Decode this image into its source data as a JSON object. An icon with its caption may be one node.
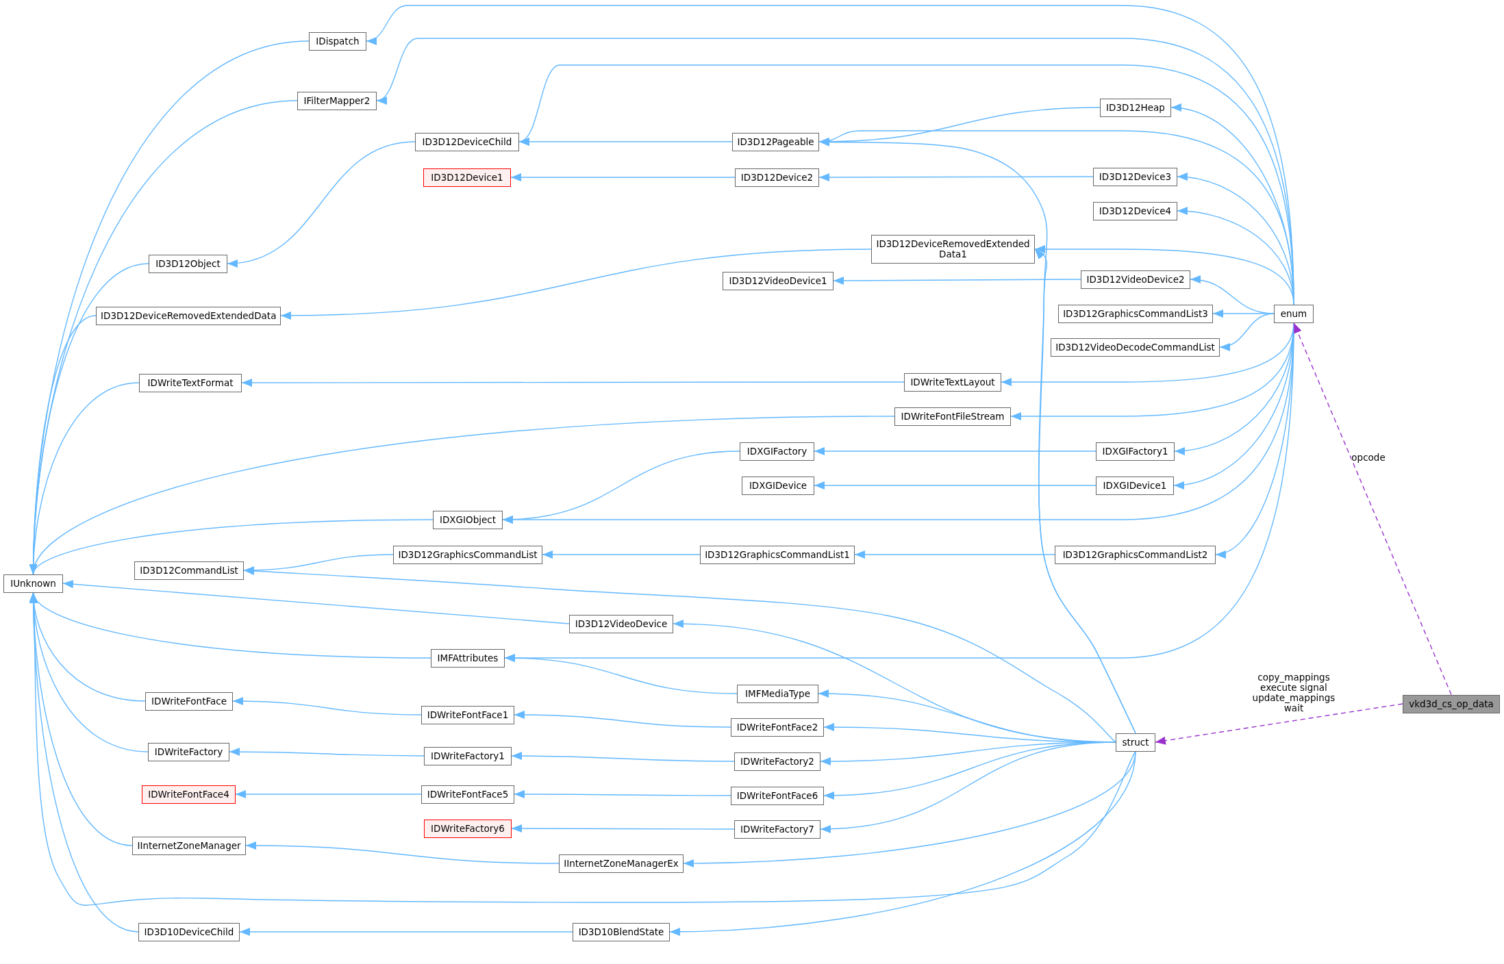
{
  "diagram": {
    "nodes": [
      {
        "text": [
          "IDispatch"
        ]
      },
      {
        "text": [
          "IFilterMapper2"
        ]
      },
      {
        "text": [
          "ID3D12DeviceChild"
        ]
      },
      {
        "text": [
          "ID3D12Pageable"
        ]
      },
      {
        "text": [
          "ID3D12Heap"
        ]
      },
      {
        "text": [
          "ID3D12Device1"
        ]
      },
      {
        "text": [
          "ID3D12Device2"
        ]
      },
      {
        "text": [
          "ID3D12Device3"
        ]
      },
      {
        "text": [
          "ID3D12Device4"
        ]
      },
      {
        "text": [
          "ID3D12Object"
        ]
      },
      {
        "text": [
          "ID3D12DeviceRemovedExtended Data1"
        ]
      },
      {
        "text": [
          "ID3D12DeviceRemovedExtendedData"
        ]
      },
      {
        "text": [
          "ID3D12VideoDevice1"
        ]
      },
      {
        "text": [
          "ID3D12VideoDevice2"
        ]
      },
      {
        "text": [
          "ID3D12GraphicsCommandList3"
        ]
      },
      {
        "text": [
          "ID3D12VideoDecodeCommandList"
        ]
      },
      {
        "text": [
          "enum"
        ]
      },
      {
        "text": [
          "IDWriteTextFormat"
        ]
      },
      {
        "text": [
          "IDWriteTextLayout"
        ]
      },
      {
        "text": [
          "IDWriteFontFileStream"
        ]
      },
      {
        "text": [
          "IDXGIFactory"
        ]
      },
      {
        "text": [
          "IDXGIFactory1"
        ]
      },
      {
        "text": [
          "IDXGIDevice"
        ]
      },
      {
        "text": [
          "IDXGIDevice1"
        ]
      },
      {
        "text": [
          "IDXGIObject"
        ]
      },
      {
        "text": [
          "ID3D12CommandList"
        ]
      },
      {
        "text": [
          "ID3D12GraphicsCommandList"
        ]
      },
      {
        "text": [
          "ID3D12GraphicsCommandList1"
        ]
      },
      {
        "text": [
          "ID3D12GraphicsCommandList2"
        ]
      },
      {
        "text": [
          "IUnknown"
        ]
      },
      {
        "text": [
          "ID3D12VideoDevice"
        ]
      },
      {
        "text": [
          "IMFAttributes"
        ]
      },
      {
        "text": [
          "IMFMediaType"
        ]
      },
      {
        "text": [
          "IDWriteFontFace"
        ]
      },
      {
        "text": [
          "IDWriteFontFace1"
        ]
      },
      {
        "text": [
          "IDWriteFontFace2"
        ]
      },
      {
        "text": [
          "vkd3d_cs_op_data"
        ]
      },
      {
        "text": [
          "struct"
        ]
      },
      {
        "text": [
          "IDWriteFactory"
        ]
      },
      {
        "text": [
          "IDWriteFactory1"
        ]
      },
      {
        "text": [
          "IDWriteFactory2"
        ]
      },
      {
        "text": [
          "IDWriteFontFace4"
        ]
      },
      {
        "text": [
          "IDWriteFontFace5"
        ]
      },
      {
        "text": [
          "IDWriteFontFace6"
        ]
      },
      {
        "text": [
          "IDWriteFactory6"
        ]
      },
      {
        "text": [
          "IDWriteFactory7"
        ]
      },
      {
        "text": [
          "IInternetZoneManager"
        ]
      },
      {
        "text": [
          "IInternetZoneManagerEx"
        ]
      },
      {
        "text": [
          "ID3D10DeviceChild"
        ]
      },
      {
        "text": [
          "ID3D10BlendState"
        ]
      }
    ],
    "edges": [
      {
        "from": 0,
        "to": 29,
        "arrow": "to"
      },
      {
        "from": 16,
        "to": 0,
        "arrow": "to"
      },
      {
        "from": 1,
        "to": 29,
        "arrow": "to"
      },
      {
        "from": 16,
        "to": 1,
        "arrow": "to"
      },
      {
        "from": 2,
        "to": 9,
        "arrow": "to"
      },
      {
        "from": 16,
        "to": 2,
        "arrow": "to"
      },
      {
        "from": 3,
        "to": 2,
        "arrow": "to"
      },
      {
        "from": 9,
        "to": 29,
        "arrow": "to"
      },
      {
        "from": 4,
        "to": 3,
        "arrow": "to"
      },
      {
        "from": 16,
        "to": 4,
        "arrow": "to"
      },
      {
        "from": 16,
        "to": 3,
        "arrow": "to"
      },
      {
        "from": 37,
        "to": 3,
        "arrow": "to"
      },
      {
        "from": 6,
        "to": 5,
        "arrow": "to"
      },
      {
        "from": 7,
        "to": 6,
        "arrow": "to"
      },
      {
        "from": 16,
        "to": 7,
        "arrow": "to"
      },
      {
        "from": 16,
        "to": 8,
        "arrow": "to"
      },
      {
        "from": 10,
        "to": 11,
        "arrow": "to"
      },
      {
        "from": 16,
        "to": 10,
        "arrow": "to"
      },
      {
        "from": 37,
        "to": 10,
        "arrow": "to"
      },
      {
        "from": 11,
        "to": 29,
        "arrow": "to"
      },
      {
        "from": 13,
        "to": 12,
        "arrow": "to"
      },
      {
        "from": 16,
        "to": 13,
        "arrow": "to"
      },
      {
        "from": 16,
        "to": 14,
        "arrow": "to"
      },
      {
        "from": 16,
        "to": 15,
        "arrow": "to"
      },
      {
        "from": 17,
        "to": 29,
        "arrow": "to"
      },
      {
        "from": 18,
        "to": 17,
        "arrow": "to"
      },
      {
        "from": 16,
        "to": 18,
        "arrow": "to"
      },
      {
        "from": 19,
        "to": 29,
        "arrow": "to"
      },
      {
        "from": 16,
        "to": 19,
        "arrow": "to"
      },
      {
        "from": 20,
        "to": 24,
        "arrow": "to"
      },
      {
        "from": 21,
        "to": 20,
        "arrow": "to"
      },
      {
        "from": 16,
        "to": 21,
        "arrow": "to"
      },
      {
        "from": 23,
        "to": 22,
        "arrow": "to"
      },
      {
        "from": 16,
        "to": 23,
        "arrow": "to"
      },
      {
        "from": 24,
        "to": 29,
        "arrow": "to"
      },
      {
        "from": 16,
        "to": 24,
        "arrow": "to"
      },
      {
        "from": 26,
        "to": 25,
        "arrow": "to"
      },
      {
        "from": 27,
        "to": 26,
        "arrow": "to"
      },
      {
        "from": 28,
        "to": 27,
        "arrow": "to"
      },
      {
        "from": 16,
        "to": 28,
        "arrow": "to"
      },
      {
        "from": 37,
        "to": 25,
        "arrow": "to"
      },
      {
        "from": 30,
        "to": 29,
        "arrow": "to"
      },
      {
        "from": 37,
        "to": 30,
        "arrow": "to"
      },
      {
        "from": 31,
        "to": 29,
        "arrow": "to"
      },
      {
        "from": 16,
        "to": 31,
        "arrow": "to"
      },
      {
        "from": 32,
        "to": 31,
        "arrow": "to"
      },
      {
        "from": 37,
        "to": 32,
        "arrow": "to"
      },
      {
        "from": 33,
        "to": 29,
        "arrow": "to"
      },
      {
        "from": 34,
        "to": 33,
        "arrow": "to"
      },
      {
        "from": 35,
        "to": 34,
        "arrow": "to"
      },
      {
        "from": 37,
        "to": 35,
        "arrow": "to"
      },
      {
        "from": 38,
        "to": 29,
        "arrow": "to"
      },
      {
        "from": 39,
        "to": 38,
        "arrow": "to"
      },
      {
        "from": 40,
        "to": 39,
        "arrow": "to"
      },
      {
        "from": 37,
        "to": 40,
        "arrow": "to"
      },
      {
        "from": 42,
        "to": 41,
        "arrow": "to"
      },
      {
        "from": 43,
        "to": 42,
        "arrow": "to"
      },
      {
        "from": 37,
        "to": 43,
        "arrow": "to"
      },
      {
        "from": 45,
        "to": 44,
        "arrow": "to"
      },
      {
        "from": 37,
        "to": 45,
        "arrow": "to"
      },
      {
        "from": 46,
        "to": 29,
        "arrow": "to"
      },
      {
        "from": 47,
        "to": 46,
        "arrow": "to"
      },
      {
        "from": 37,
        "to": 47,
        "arrow": "to"
      },
      {
        "from": 37,
        "to": 29,
        "arrow": "to"
      },
      {
        "from": 48,
        "to": 29,
        "arrow": "to"
      },
      {
        "from": 49,
        "to": 48,
        "arrow": "to"
      },
      {
        "from": 37,
        "to": 49,
        "arrow": "to"
      },
      {
        "from": 36,
        "to": 16,
        "arrow": "to",
        "label": "opcode",
        "style": "dashed",
        "color": "#9a32cd"
      },
      {
        "from": 36,
        "to": 37,
        "arrow": "to",
        "label": "copy_mappings execute signal update_mappings wait",
        "style": "dashed",
        "color": "#9a32cd"
      }
    ]
  }
}
